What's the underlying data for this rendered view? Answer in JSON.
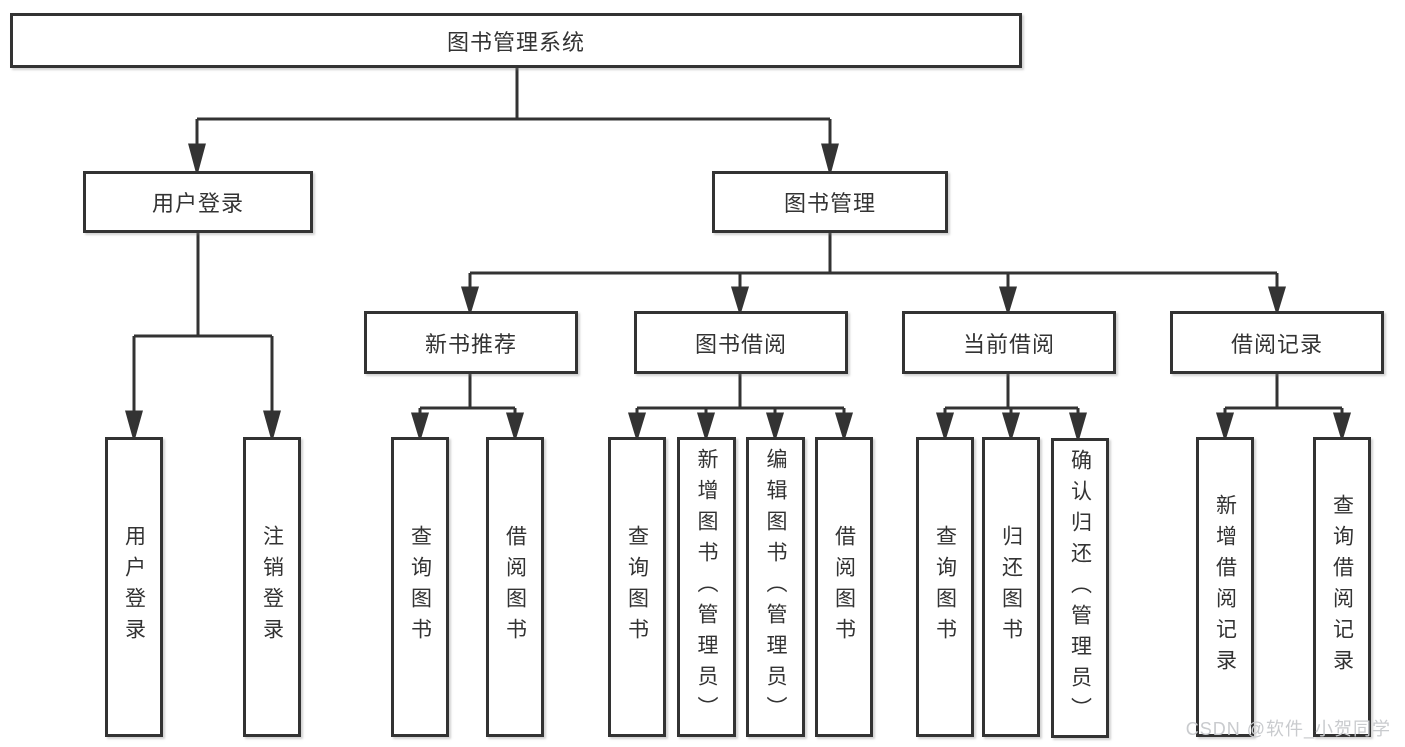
{
  "diagram": {
    "title": "图书管理系统",
    "root": "图书管理系统",
    "level2": {
      "user_login": "用户登录",
      "book_mgmt": "图书管理"
    },
    "level3": {
      "new_books": "新书推荐",
      "book_borrow": "图书借阅",
      "current_borrow": "当前借阅",
      "borrow_records": "借阅记录"
    },
    "leaves": {
      "user_login": [
        "用户登录",
        "注销登录"
      ],
      "new_books": [
        "查询图书",
        "借阅图书"
      ],
      "book_borrow": [
        "查询图书",
        "新增图书（管理员）",
        "编辑图书（管理员）",
        "借阅图书"
      ],
      "current_borrow": [
        "查询图书",
        "归还图书",
        "确认归还（管理员）"
      ],
      "borrow_records": [
        "新增借阅记录",
        "查询借阅记录"
      ]
    }
  },
  "watermark": "CSDN @软件_小贺同学",
  "colors": {
    "line": "#333333",
    "text": "#333333",
    "node_background": "#ffffff",
    "watermark_text": "#c9cbce",
    "background": "#ffffff"
  }
}
